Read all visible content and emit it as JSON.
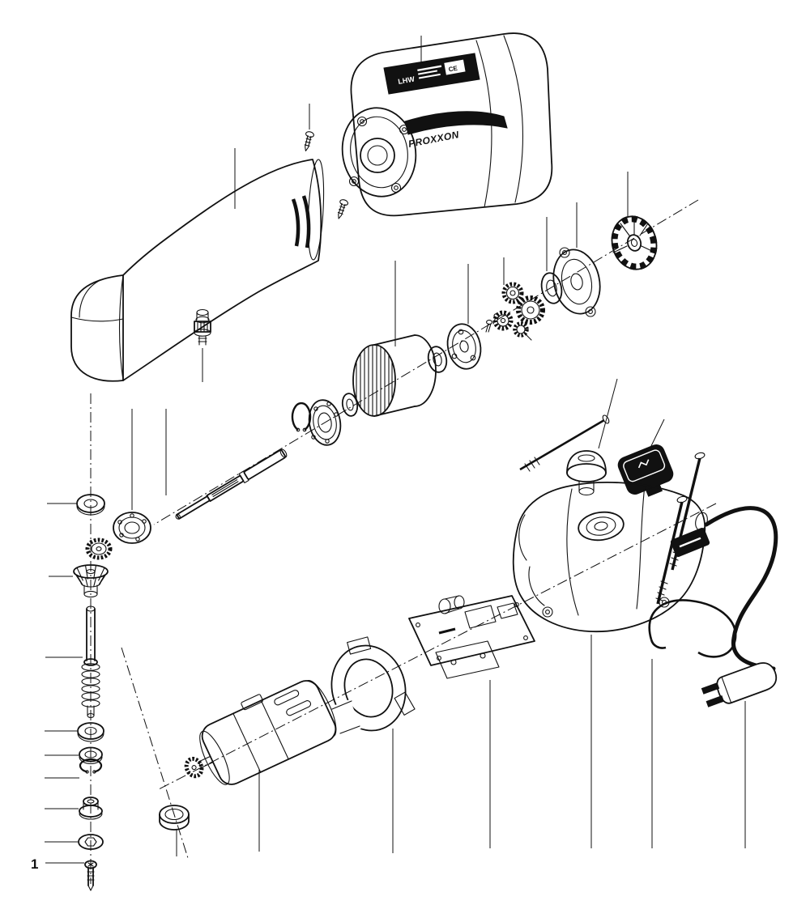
{
  "labels": {
    "callout_1": "1",
    "brand": "PROXXON",
    "model": "LHW",
    "ce": "CE"
  },
  "colors": {
    "line": "#111111",
    "background": "#ffffff",
    "label_bg": "#000000",
    "label_fg": "#ffffff"
  },
  "diagram": {
    "type": "exploded-parts-diagram",
    "visible_part_numbers": [
      "1"
    ]
  }
}
